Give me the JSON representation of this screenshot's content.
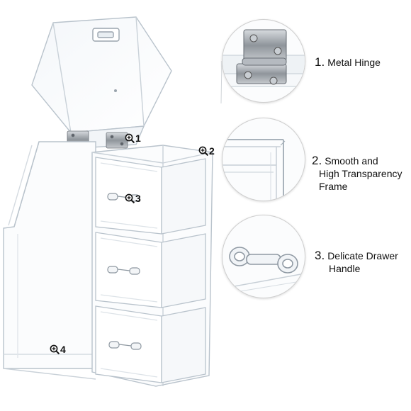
{
  "markers": [
    {
      "num": "1"
    },
    {
      "num": "2"
    },
    {
      "num": "3"
    },
    {
      "num": "4"
    }
  ],
  "callouts": [
    {
      "number": "1.",
      "lines": [
        "Metal Hinge"
      ]
    },
    {
      "number": "2.",
      "lines": [
        "Smooth and",
        "High Transparency",
        "Frame"
      ]
    },
    {
      "number": "3.",
      "lines": [
        "Delicate Drawer",
        "Handle"
      ]
    }
  ],
  "icons": {
    "marker": "magnifier-plus-icon"
  },
  "colors": {
    "acrylic_edge": "#b9c3cc",
    "hinge_metal": "#9aa0a6",
    "circle_border": "#cfcfcf"
  }
}
